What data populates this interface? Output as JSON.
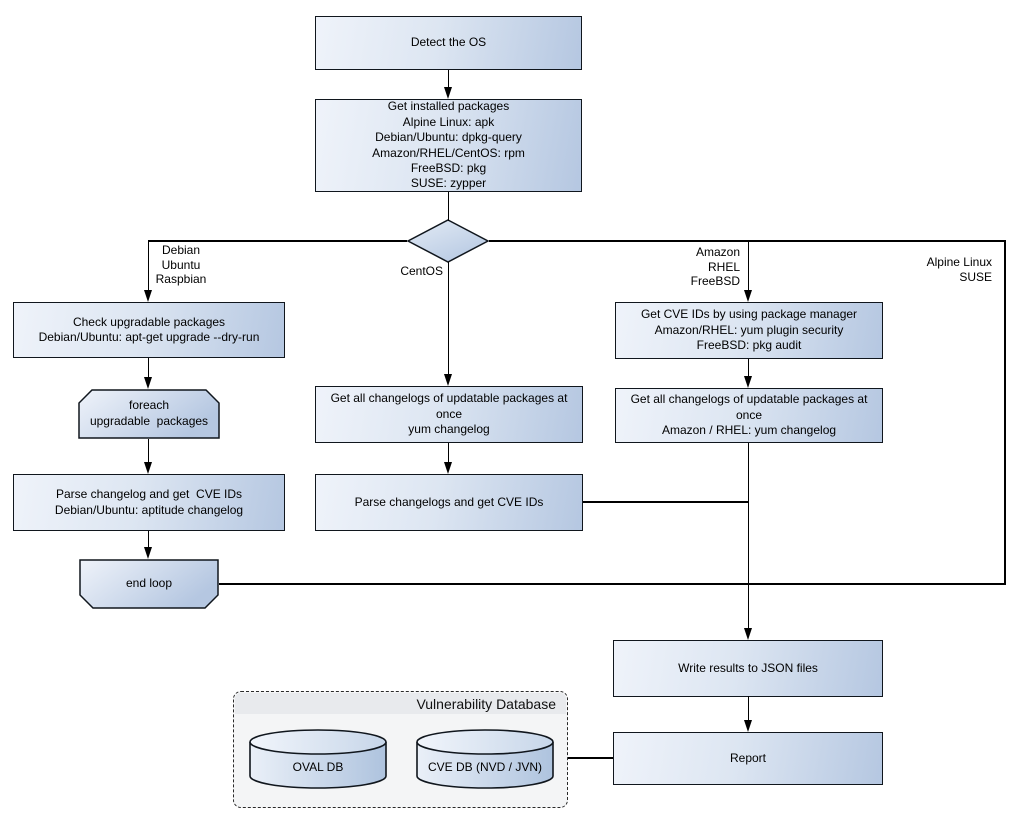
{
  "nodes": {
    "detect_os": "Detect the OS",
    "get_installed_packages": "Get installed packages\nAlpine Linux: apk\nDebian/Ubuntu: dpkg-query\nAmazon/RHEL/CentOS: rpm\nFreeBSD: pkg\nSUSE: zypper",
    "check_upgradable": "Check upgradable packages\nDebian/Ubuntu: apt-get upgrade --dry-run",
    "foreach_loop": "foreach\nupgradable  packages",
    "parse_changelog_deb": "Parse changelog and get  CVE IDs\nDebian/Ubuntu: aptitude changelog",
    "end_loop": "end loop",
    "get_changelogs_centos": "Get all changelogs of updatable packages at once\nyum changelog",
    "parse_changelogs_centos": "Parse changelogs and get CVE IDs",
    "get_cve_ids_pkg_mgr": "Get CVE IDs by using package manager\nAmazon/RHEL: yum plugin security\nFreeBSD: pkg audit",
    "get_changelogs_amazon": "Get all changelogs of updatable packages at once\nAmazon / RHEL: yum changelog",
    "write_results": "Write results to JSON files",
    "report": "Report"
  },
  "edge_labels": {
    "debian_branch": "Debian\nUbuntu\nRaspbian",
    "centos_branch": "CentOS",
    "amazon_branch": "Amazon\nRHEL\nFreeBSD",
    "alpine_branch": "Alpine Linux\nSUSE"
  },
  "database": {
    "title": "Vulnerability Database",
    "oval_db": "OVAL DB",
    "cve_db": "CVE DB (NVD / JVN)"
  },
  "colors": {
    "node_fill_light": "#eff3fa",
    "node_fill_dark": "#b5c7e1",
    "node_border": "#10161d",
    "connector": "#000000",
    "db_panel_bg": "#f4f5f6",
    "db_panel_header_bg": "#e8eaed"
  }
}
